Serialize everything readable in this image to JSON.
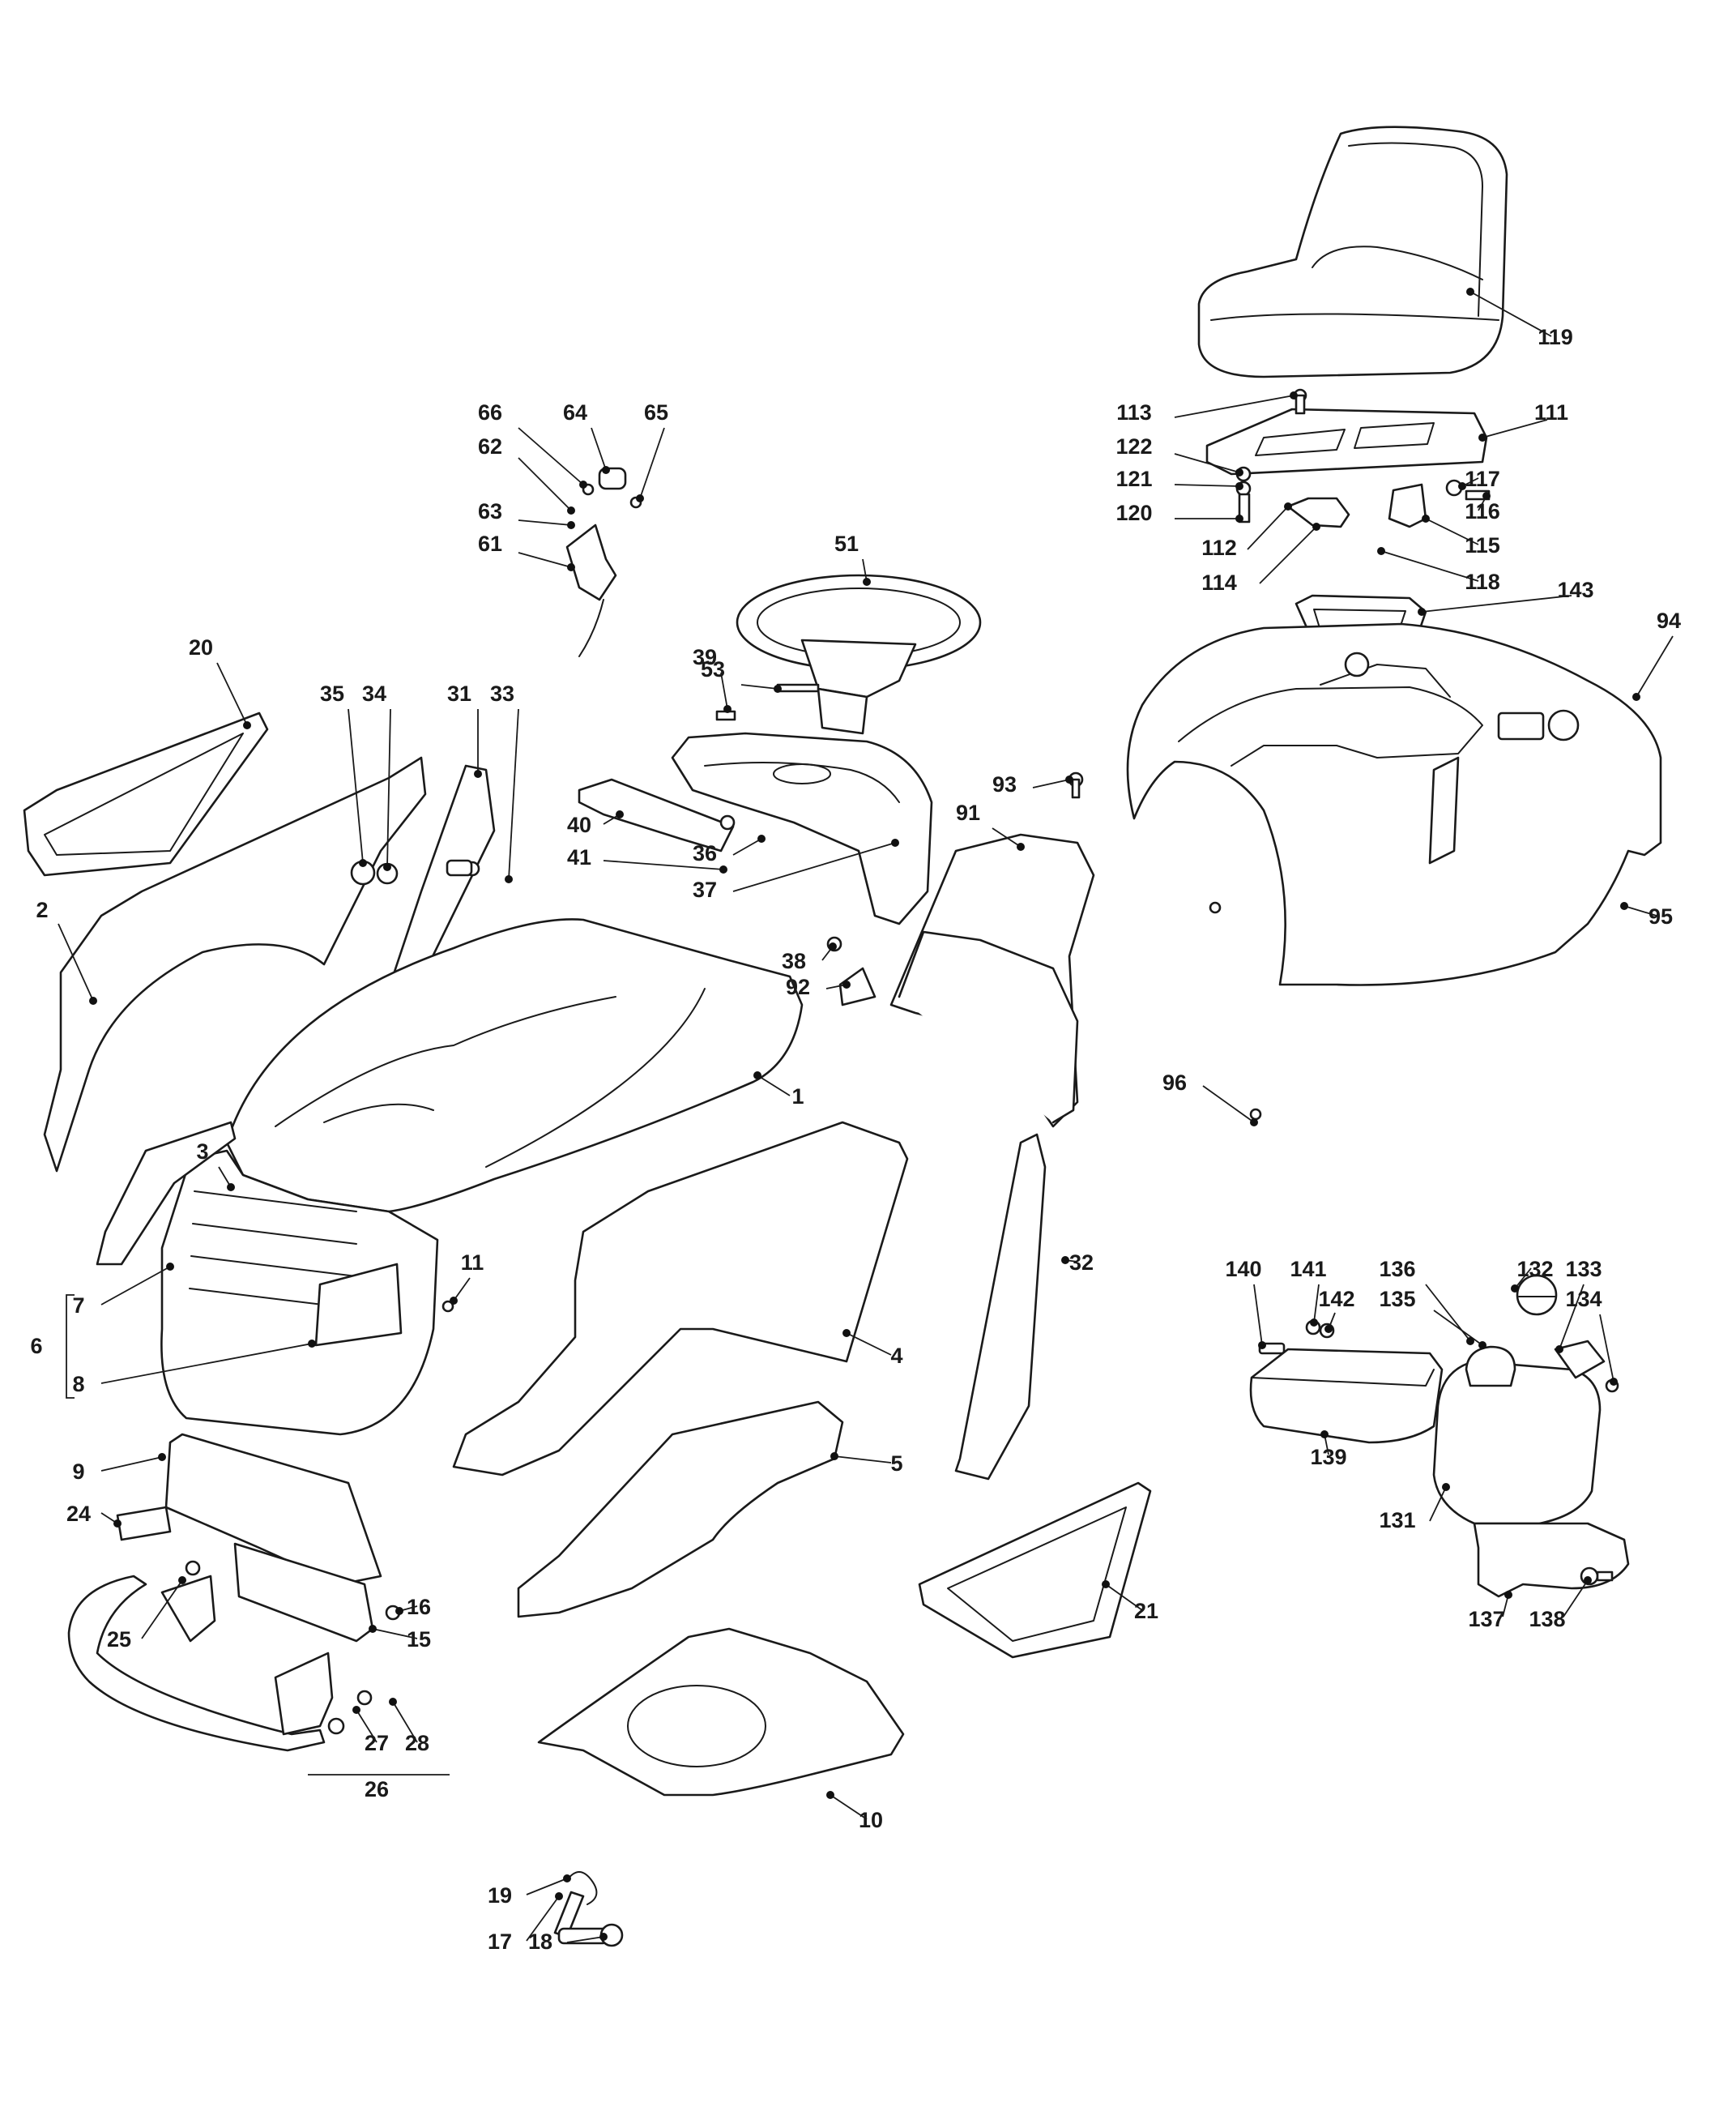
{
  "callouts": [
    {
      "label": "1"
    },
    {
      "label": "2"
    },
    {
      "label": "3"
    },
    {
      "label": "4"
    },
    {
      "label": "5"
    },
    {
      "label": "6"
    },
    {
      "label": "7"
    },
    {
      "label": "8"
    },
    {
      "label": "9"
    },
    {
      "label": "10"
    },
    {
      "label": "11"
    },
    {
      "label": "15"
    },
    {
      "label": "16"
    },
    {
      "label": "17"
    },
    {
      "label": "18"
    },
    {
      "label": "19"
    },
    {
      "label": "20"
    },
    {
      "label": "21"
    },
    {
      "label": "24"
    },
    {
      "label": "25"
    },
    {
      "label": "26"
    },
    {
      "label": "27"
    },
    {
      "label": "28"
    },
    {
      "label": "31"
    },
    {
      "label": "32"
    },
    {
      "label": "33"
    },
    {
      "label": "34"
    },
    {
      "label": "35"
    },
    {
      "label": "36"
    },
    {
      "label": "37"
    },
    {
      "label": "38"
    },
    {
      "label": "39"
    },
    {
      "label": "40"
    },
    {
      "label": "41"
    },
    {
      "label": "51"
    },
    {
      "label": "53"
    },
    {
      "label": "61"
    },
    {
      "label": "62"
    },
    {
      "label": "63"
    },
    {
      "label": "64"
    },
    {
      "label": "65"
    },
    {
      "label": "66"
    },
    {
      "label": "91"
    },
    {
      "label": "92"
    },
    {
      "label": "93"
    },
    {
      "label": "94"
    },
    {
      "label": "95"
    },
    {
      "label": "96"
    },
    {
      "label": "111"
    },
    {
      "label": "112"
    },
    {
      "label": "113"
    },
    {
      "label": "114"
    },
    {
      "label": "115"
    },
    {
      "label": "116"
    },
    {
      "label": "117"
    },
    {
      "label": "118"
    },
    {
      "label": "119"
    },
    {
      "label": "120"
    },
    {
      "label": "121"
    },
    {
      "label": "122"
    },
    {
      "label": "131"
    },
    {
      "label": "132"
    },
    {
      "label": "133"
    },
    {
      "label": "134"
    },
    {
      "label": "135"
    },
    {
      "label": "136"
    },
    {
      "label": "137"
    },
    {
      "label": "138"
    },
    {
      "label": "139"
    },
    {
      "label": "140"
    },
    {
      "label": "141"
    },
    {
      "label": "142"
    },
    {
      "label": "143"
    }
  ]
}
